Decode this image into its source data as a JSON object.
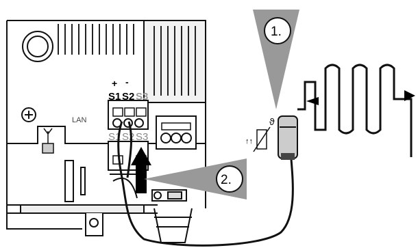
{
  "terminals": {
    "polarity_plus": "+",
    "polarity_minus": "-",
    "row_top": [
      "S1",
      "S2",
      "S3"
    ],
    "row_bottom": [
      "S1",
      "S2",
      "S3"
    ]
  },
  "labels": {
    "lan": "LAN",
    "theta": "ϑ",
    "rise_arrows": "↑↑"
  },
  "steps": {
    "step1": "1.",
    "step2": "2."
  }
}
